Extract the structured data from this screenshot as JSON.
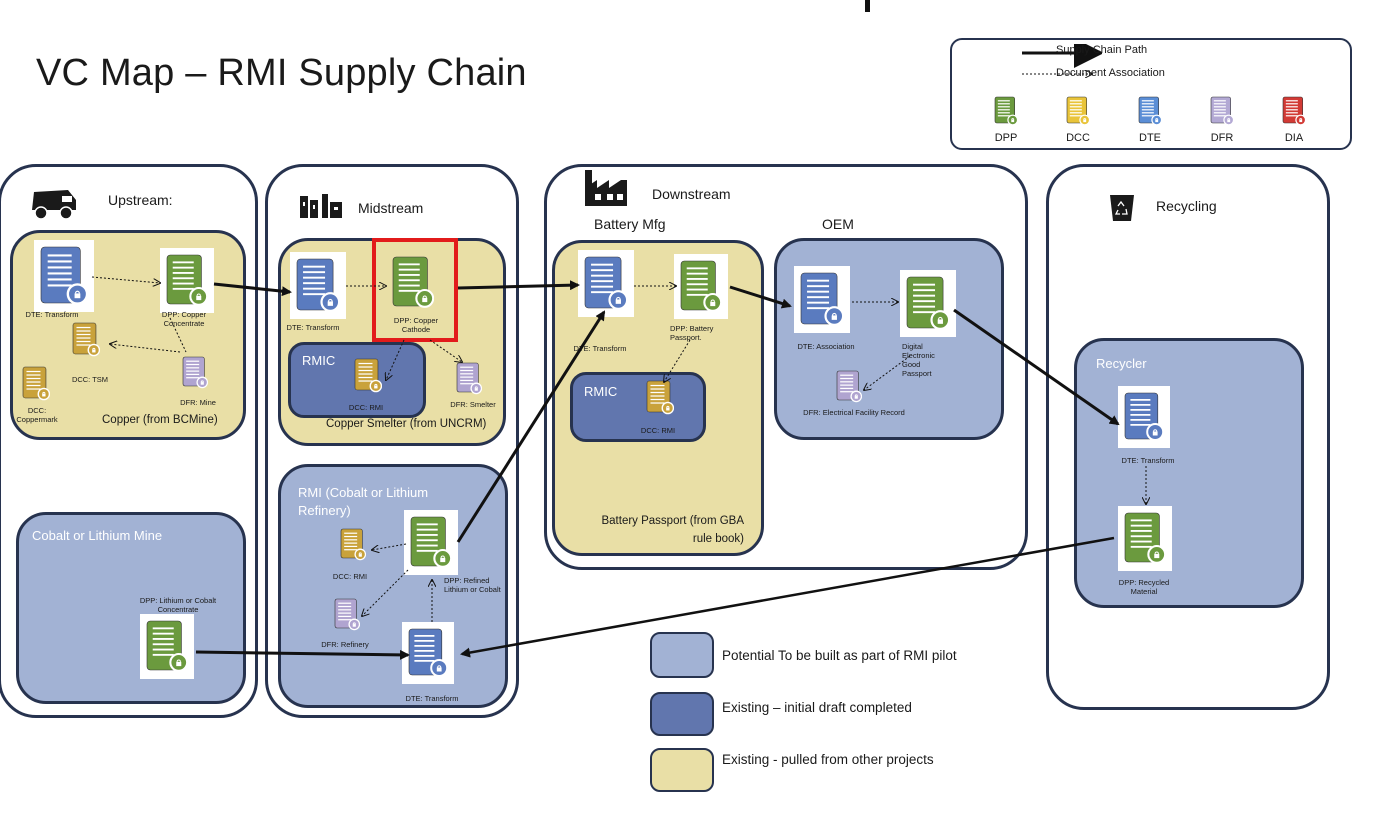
{
  "title": "VC Map – RMI Supply Chain",
  "legend": {
    "supply_chain_path": "Supply Chain Path",
    "document_association": "Document Association",
    "types": [
      {
        "code": "DPP",
        "color": "#6b9a3e"
      },
      {
        "code": "DCC",
        "color": "#e9c43a"
      },
      {
        "code": "DTE",
        "color": "#5b8ed6"
      },
      {
        "code": "DFR",
        "color": "#b3a9d4"
      },
      {
        "code": "DIA",
        "color": "#d23a35"
      }
    ]
  },
  "colors": {
    "dpp": "#6b9a3e",
    "dte": "#5a7bbf",
    "dcc": "#c9a23b",
    "dfr": "#b0a4d0",
    "existing_other": "#e9dfa6",
    "potential": "#a2b2d4",
    "existing_draft": "#6176ae",
    "highlight": "#e21b1b"
  },
  "upstream": {
    "header": "Upstream:",
    "copper_box_label": "Copper (from BCMine)",
    "docs": {
      "dte_transform": "DTE: Transform",
      "dpp_copper_concentrate": "DPP: Copper Concentrate",
      "dcc_tsm": "DCC: TSM",
      "dfr_mine": "DFR: Mine",
      "dcc_coppermark": "DCC: Coppermark"
    },
    "cobalt_box_label": "Cobalt or Lithium Mine",
    "dpp_lithium": "DPP: Lithium or Cobalt Concentrate"
  },
  "midstream": {
    "header": "Midstream",
    "smelter_label": "Copper Smelter (from UNCRM)",
    "rmic_label": "RMIC",
    "docs": {
      "dte_transform": "DTE: Transform",
      "dpp_copper_cathode": "DPP: Copper Cathode",
      "dcc_rmi": "DCC: RMI",
      "dfr_smelter": "DFR: Smelter"
    },
    "refinery_label": "RMI (Cobalt or Lithium Refinery)",
    "refinery_docs": {
      "dcc_rmi": "DCC: RMI",
      "dpp_refined": "DPP: Refined Lithium or Cobalt",
      "dfr_refinery": "DFR: Refinery",
      "dte_transform": "DTE: Transform"
    }
  },
  "downstream": {
    "header": "Downstream",
    "battery_header": "Battery Mfg",
    "oem_header": "OEM",
    "battery_box_label": "Battery Passport (from GBA rule book)",
    "rmic_label": "RMIC",
    "docs": {
      "dte_transform": "DTE: Transform",
      "dpp_battery": "DPP: Battery Passport.",
      "dcc_rmi": "DCC: RMI",
      "dte_association": "DTE: Association",
      "digital_passport": "Digital Electronic Good Passport",
      "dfr_electrical": "DFR: Electrical Facility Record"
    }
  },
  "recycling": {
    "header": "Recycling",
    "recycler_label": "Recycler",
    "docs": {
      "dte_transform": "DTE: Transform",
      "dpp_recycled": "DPP: Recycled Material"
    }
  },
  "key": [
    {
      "text": "Potential To be built as part of RMI pilot"
    },
    {
      "text": "Existing – initial draft completed"
    },
    {
      "text": "Existing - pulled from other projects"
    }
  ]
}
